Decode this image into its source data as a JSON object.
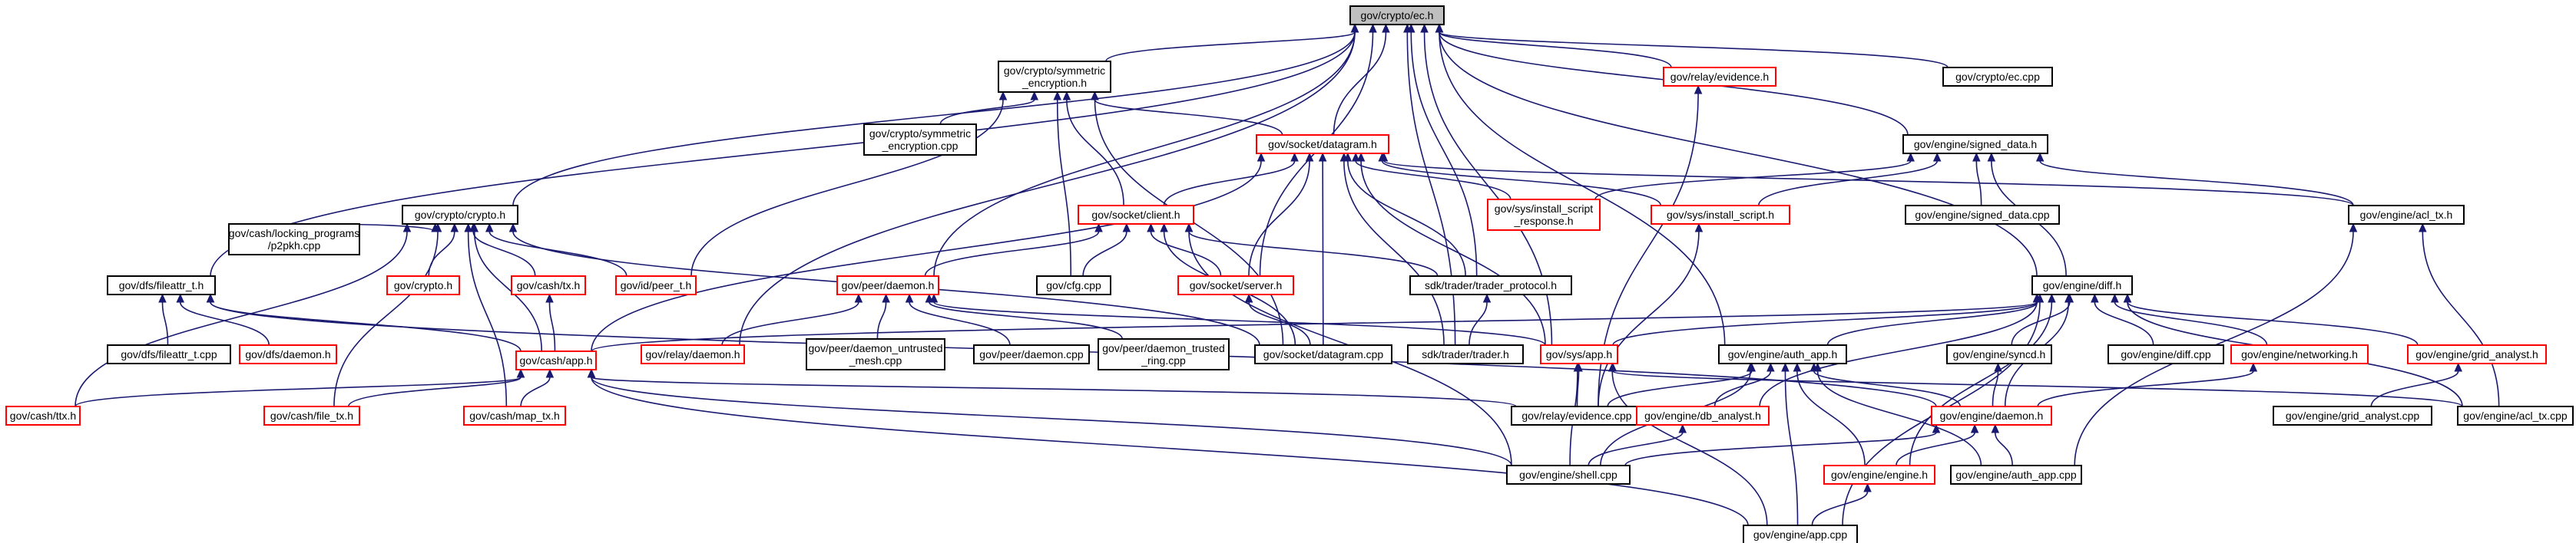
{
  "graph": {
    "nodes": [
      {
        "id": "ec_h",
        "lines": [
          "gov/crypto/ec.h"
        ],
        "border": "#000000",
        "root": true
      },
      {
        "id": "sym_h",
        "lines": [
          "gov/crypto/symmetric",
          "_encryption.h"
        ],
        "border": "#000000"
      },
      {
        "id": "evidence_h",
        "lines": [
          "gov/relay/evidence.h"
        ],
        "border": "#ff0000"
      },
      {
        "id": "ec_cpp",
        "lines": [
          "gov/crypto/ec.cpp"
        ],
        "border": "#000000"
      },
      {
        "id": "sym_cpp",
        "lines": [
          "gov/crypto/symmetric",
          "_encryption.cpp"
        ],
        "border": "#000000"
      },
      {
        "id": "datagram_h",
        "lines": [
          "gov/socket/datagram.h"
        ],
        "border": "#ff0000"
      },
      {
        "id": "signed_data_h",
        "lines": [
          "gov/engine/signed_data.h"
        ],
        "border": "#000000"
      },
      {
        "id": "install_script_response_h",
        "lines": [
          "gov/sys/install_script",
          "_response.h"
        ],
        "border": "#ff0000"
      },
      {
        "id": "install_script_h",
        "lines": [
          "gov/sys/install_script.h"
        ],
        "border": "#ff0000"
      },
      {
        "id": "signed_data_cpp",
        "lines": [
          "gov/engine/signed_data.cpp"
        ],
        "border": "#000000"
      },
      {
        "id": "acl_tx_h",
        "lines": [
          "gov/engine/acl_tx.h"
        ],
        "border": "#000000"
      },
      {
        "id": "crypto_h",
        "lines": [
          "gov/crypto/crypto.h"
        ],
        "border": "#000000"
      },
      {
        "id": "client_h",
        "lines": [
          "gov/socket/client.h"
        ],
        "border": "#ff0000"
      },
      {
        "id": "locking_cpp",
        "lines": [
          "gov/cash/locking_programs",
          "/p2pkh.cpp"
        ],
        "border": "#000000"
      },
      {
        "id": "crypto_h2",
        "lines": [
          "gov/crypto.h"
        ],
        "border": "#ff0000"
      },
      {
        "id": "tx_h",
        "lines": [
          "gov/cash/tx.h"
        ],
        "border": "#ff0000"
      },
      {
        "id": "peer_t_h",
        "lines": [
          "gov/id/peer_t.h"
        ],
        "border": "#ff0000"
      },
      {
        "id": "fileattr_h",
        "lines": [
          "gov/dfs/fileattr_t.h"
        ],
        "border": "#000000"
      },
      {
        "id": "peer_daemon_h",
        "lines": [
          "gov/peer/daemon.h"
        ],
        "border": "#ff0000"
      },
      {
        "id": "cfg_cpp",
        "lines": [
          "gov/cfg.cpp"
        ],
        "border": "#000000"
      },
      {
        "id": "server_h",
        "lines": [
          "gov/socket/server.h"
        ],
        "border": "#ff0000"
      },
      {
        "id": "trader_protocol_h",
        "lines": [
          "sdk/trader/trader_protocol.h"
        ],
        "border": "#000000"
      },
      {
        "id": "diff_h",
        "lines": [
          "gov/engine/diff.h"
        ],
        "border": "#000000"
      },
      {
        "id": "fileattr_cpp",
        "lines": [
          "gov/dfs/fileattr_t.cpp"
        ],
        "border": "#000000"
      },
      {
        "id": "dfs_daemon_h",
        "lines": [
          "gov/dfs/daemon.h"
        ],
        "border": "#ff0000"
      },
      {
        "id": "cash_app_h",
        "lines": [
          "gov/cash/app.h"
        ],
        "border": "#ff0000"
      },
      {
        "id": "relay_daemon_h",
        "lines": [
          "gov/relay/daemon.h"
        ],
        "border": "#ff0000"
      },
      {
        "id": "untrusted_cpp",
        "lines": [
          "gov/peer/daemon_untrusted",
          "_mesh.cpp"
        ],
        "border": "#000000"
      },
      {
        "id": "peer_daemon_cpp",
        "lines": [
          "gov/peer/daemon.cpp"
        ],
        "border": "#000000"
      },
      {
        "id": "trusted_cpp",
        "lines": [
          "gov/peer/daemon_trusted",
          "_ring.cpp"
        ],
        "border": "#000000"
      },
      {
        "id": "datagram_cpp",
        "lines": [
          "gov/socket/datagram.cpp"
        ],
        "border": "#000000"
      },
      {
        "id": "trader_h",
        "lines": [
          "sdk/trader/trader.h"
        ],
        "border": "#000000"
      },
      {
        "id": "sys_app_h",
        "lines": [
          "gov/sys/app.h"
        ],
        "border": "#ff0000"
      },
      {
        "id": "auth_app_h",
        "lines": [
          "gov/engine/auth_app.h"
        ],
        "border": "#000000"
      },
      {
        "id": "syncd_h",
        "lines": [
          "gov/engine/syncd.h"
        ],
        "border": "#000000"
      },
      {
        "id": "diff_cpp",
        "lines": [
          "gov/engine/diff.cpp"
        ],
        "border": "#000000"
      },
      {
        "id": "networking_h",
        "lines": [
          "gov/engine/networking.h"
        ],
        "border": "#ff0000"
      },
      {
        "id": "grid_analyst_h",
        "lines": [
          "gov/engine/grid_analyst.h"
        ],
        "border": "#ff0000"
      },
      {
        "id": "ttx_h",
        "lines": [
          "gov/cash/ttx.h"
        ],
        "border": "#ff0000"
      },
      {
        "id": "file_tx_h",
        "lines": [
          "gov/cash/file_tx.h"
        ],
        "border": "#ff0000"
      },
      {
        "id": "map_tx_h",
        "lines": [
          "gov/cash/map_tx.h"
        ],
        "border": "#ff0000"
      },
      {
        "id": "evidence_cpp",
        "lines": [
          "gov/relay/evidence.cpp"
        ],
        "border": "#000000"
      },
      {
        "id": "db_analyst_h",
        "lines": [
          "gov/engine/db_analyst.h"
        ],
        "border": "#ff0000"
      },
      {
        "id": "engine_daemon_h",
        "lines": [
          "gov/engine/daemon.h"
        ],
        "border": "#ff0000"
      },
      {
        "id": "grid_analyst_cpp",
        "lines": [
          "gov/engine/grid_analyst.cpp"
        ],
        "border": "#000000"
      },
      {
        "id": "acl_tx_cpp",
        "lines": [
          "gov/engine/acl_tx.cpp"
        ],
        "border": "#000000"
      },
      {
        "id": "shell_cpp",
        "lines": [
          "gov/engine/shell.cpp"
        ],
        "border": "#000000"
      },
      {
        "id": "engine_h",
        "lines": [
          "gov/engine/engine.h"
        ],
        "border": "#ff0000"
      },
      {
        "id": "auth_app_cpp",
        "lines": [
          "gov/engine/auth_app.cpp"
        ],
        "border": "#000000"
      },
      {
        "id": "app_cpp",
        "lines": [
          "gov/engine/app.cpp"
        ],
        "border": "#000000"
      }
    ]
  }
}
